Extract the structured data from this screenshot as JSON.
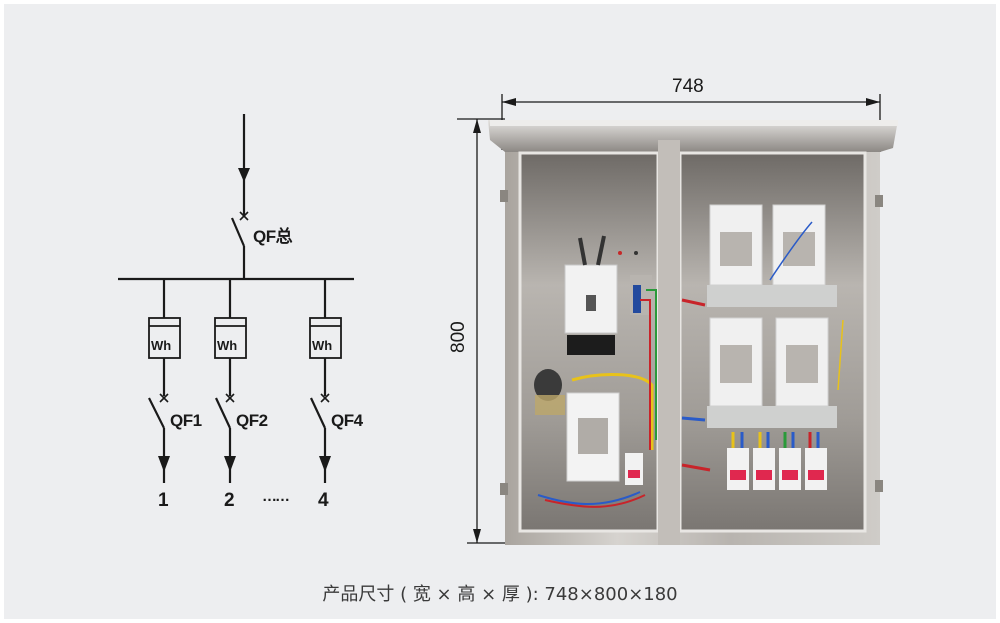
{
  "diagram": {
    "main_breaker_label": "QF总",
    "meter_label": "Wh",
    "branches": [
      {
        "breaker_label": "QF1",
        "output_label": "1"
      },
      {
        "breaker_label": "QF2",
        "output_label": "2"
      },
      {
        "breaker_label": "QF4",
        "output_label": "4"
      }
    ],
    "ellipsis": "……"
  },
  "photo": {
    "width_dimension": "748",
    "height_dimension": "800",
    "colors": {
      "steel_light": "#c9c6c2",
      "steel_dark": "#7d7974",
      "breaker_white": "#f2f2f2",
      "breaker_red": "#e0284f",
      "wire_yellow": "#e8c21a",
      "wire_blue": "#2a5bc8",
      "wire_red": "#c8242a",
      "wire_green": "#2a9a3a"
    }
  },
  "caption": {
    "text": "产品尺寸 ( 宽 × 高 × 厚 ):  748×800×180"
  },
  "background_color": "#edeef0"
}
